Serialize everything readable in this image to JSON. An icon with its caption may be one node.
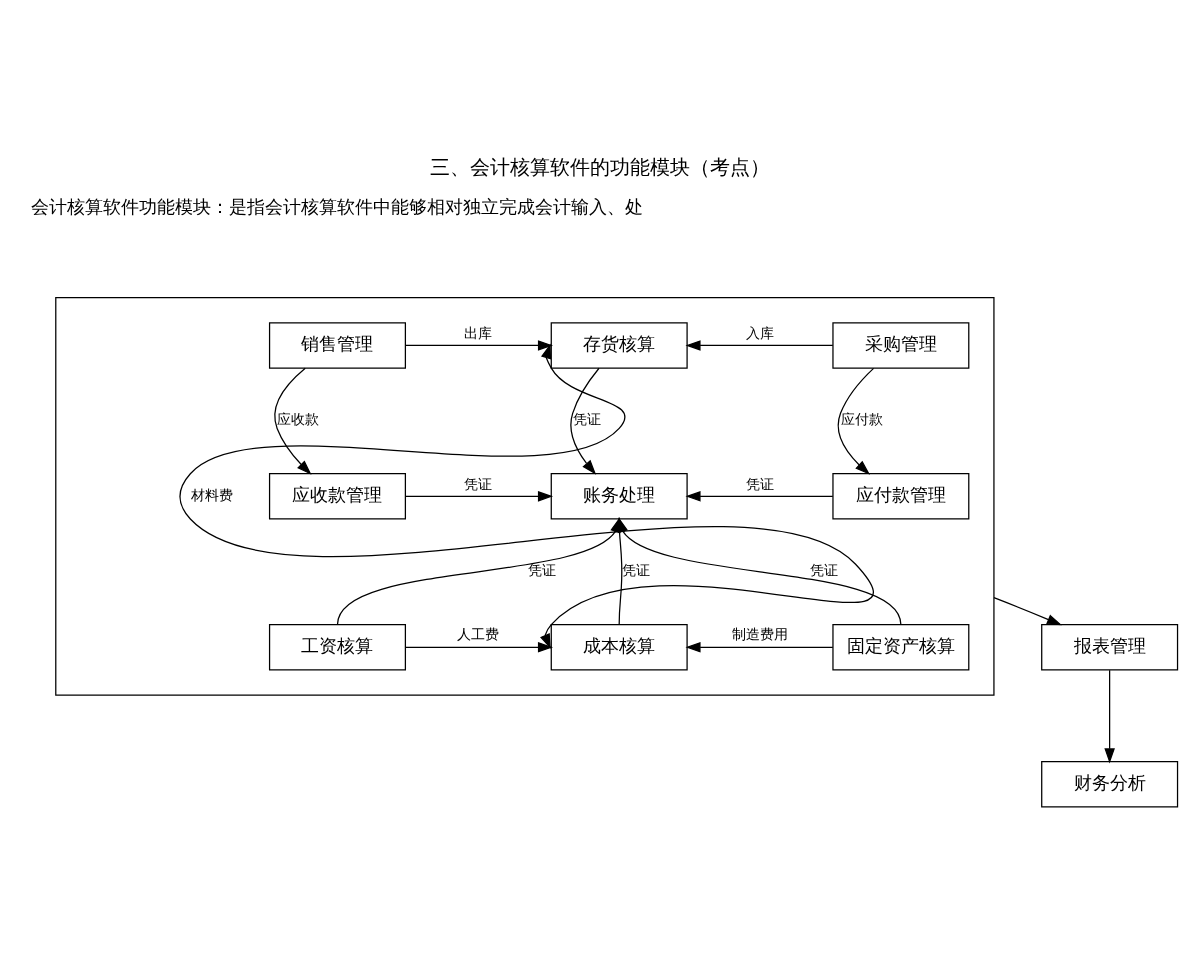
{
  "diagram": {
    "title": "三、会计核算软件的功能模块（考点）",
    "nodes": [
      {
        "text": [],
        "shape": "box"
      },
      {
        "text": [
          "销售管理"
        ],
        "in": 0
      },
      {
        "text": [
          "存货核算"
        ],
        "in": 0
      },
      {
        "text": [
          "采购管理"
        ],
        "in": 0
      },
      {
        "text": [
          "应收款管理"
        ],
        "in": 0
      },
      {
        "text": [
          "账务处理"
        ],
        "in": 0
      },
      {
        "text": [
          "应付款管理"
        ],
        "in": 0
      },
      {
        "text": [
          "工资核算"
        ],
        "in": 0
      },
      {
        "text": [
          "成本核算"
        ],
        "in": 0
      },
      {
        "text": [
          "固定资产核算"
        ],
        "in": 0
      },
      {
        "text": [
          "报表管理"
        ]
      },
      {
        "text": [
          "财务分析"
        ]
      }
    ],
    "edges": [
      {
        "from": 1,
        "to": 2,
        "arrow": "to",
        "label": "出库"
      },
      {
        "from": 3,
        "to": 2,
        "arrow": "to",
        "label": "入库"
      },
      {
        "from": 1,
        "to": 4,
        "arrow": "to",
        "label": "应收款"
      },
      {
        "from": 2,
        "to": 5,
        "arrow": "to",
        "label": "凭证"
      },
      {
        "from": 3,
        "to": 6,
        "arrow": "to",
        "label": "应付款"
      },
      {
        "from": 4,
        "to": 5,
        "arrow": "to",
        "label": "凭证"
      },
      {
        "from": 6,
        "to": 5,
        "arrow": "to",
        "label": "凭证"
      },
      {
        "from": 7,
        "to": 5,
        "arrow": "to",
        "label": "凭证"
      },
      {
        "from": 8,
        "to": 5,
        "arrow": "to",
        "label": "凭证"
      },
      {
        "from": 9,
        "to": 5,
        "arrow": "to",
        "label": "凭证"
      },
      {
        "from": 7,
        "to": 8,
        "arrow": "to",
        "label": "人工费"
      },
      {
        "from": 9,
        "to": 8,
        "arrow": "to",
        "label": "制造费用"
      },
      {
        "from": 2,
        "to": 8,
        "arrow": "both",
        "label": "材料费"
      },
      {
        "from": 0,
        "to": 10,
        "arrow": "to"
      },
      {
        "from": 10,
        "to": 11,
        "arrow": "to"
      }
    ],
    "labels": [
      "会计核算软件功能模块：是指会计核算软件中能够相对独立完成会计输入、处"
    ]
  }
}
